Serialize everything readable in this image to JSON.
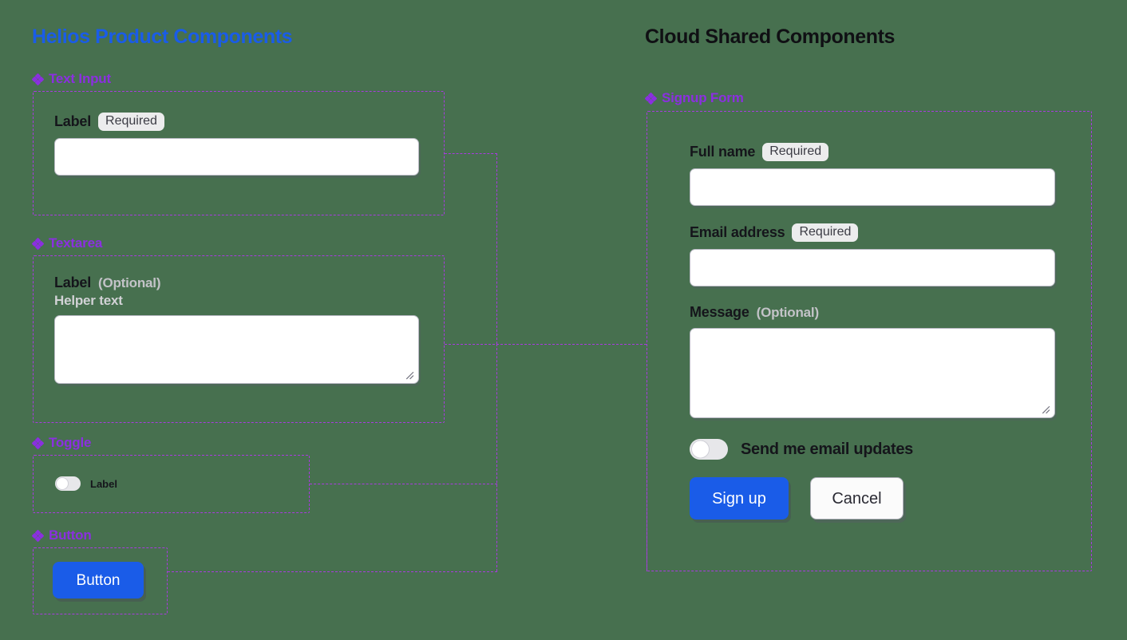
{
  "canvas": {
    "background": "#47704f",
    "accent_blue": "#1a5ce8",
    "accent_purple": "#8b2fe0",
    "connector_color": "#a93ae0",
    "frame_border_color": "#a93ae0"
  },
  "columns": {
    "left": {
      "title": "Helios Product Components",
      "color": "#1a5ce8"
    },
    "right": {
      "title": "Cloud Shared Components",
      "color": "#101014"
    }
  },
  "left_components": [
    {
      "name": "Text Input",
      "label": "Label",
      "badge": "Required",
      "input_value": "",
      "input_placeholder": ""
    },
    {
      "name": "Textarea",
      "label": "Label",
      "optional_tag": "(Optional)",
      "helper_text": "Helper text",
      "textarea_value": "",
      "textarea_placeholder": ""
    },
    {
      "name": "Toggle",
      "toggle_label": "Label",
      "toggle_state": "off"
    },
    {
      "name": "Button",
      "button_label": "Button"
    }
  ],
  "right_component": {
    "name": "Signup Form",
    "fields": [
      {
        "label": "Full name",
        "badge": "Required",
        "value": "",
        "placeholder": "",
        "type": "text"
      },
      {
        "label": "Email address",
        "badge": "Required",
        "value": "",
        "placeholder": "",
        "type": "text"
      },
      {
        "label": "Message",
        "optional_tag": "(Optional)",
        "value": "",
        "placeholder": "",
        "type": "textarea"
      }
    ],
    "toggle": {
      "label": "Send me email updates",
      "state": "off"
    },
    "actions": {
      "primary": "Sign up",
      "secondary": "Cancel"
    }
  },
  "icons": {
    "component": "component-diamond-icon",
    "resize": "resize-grip-icon"
  }
}
